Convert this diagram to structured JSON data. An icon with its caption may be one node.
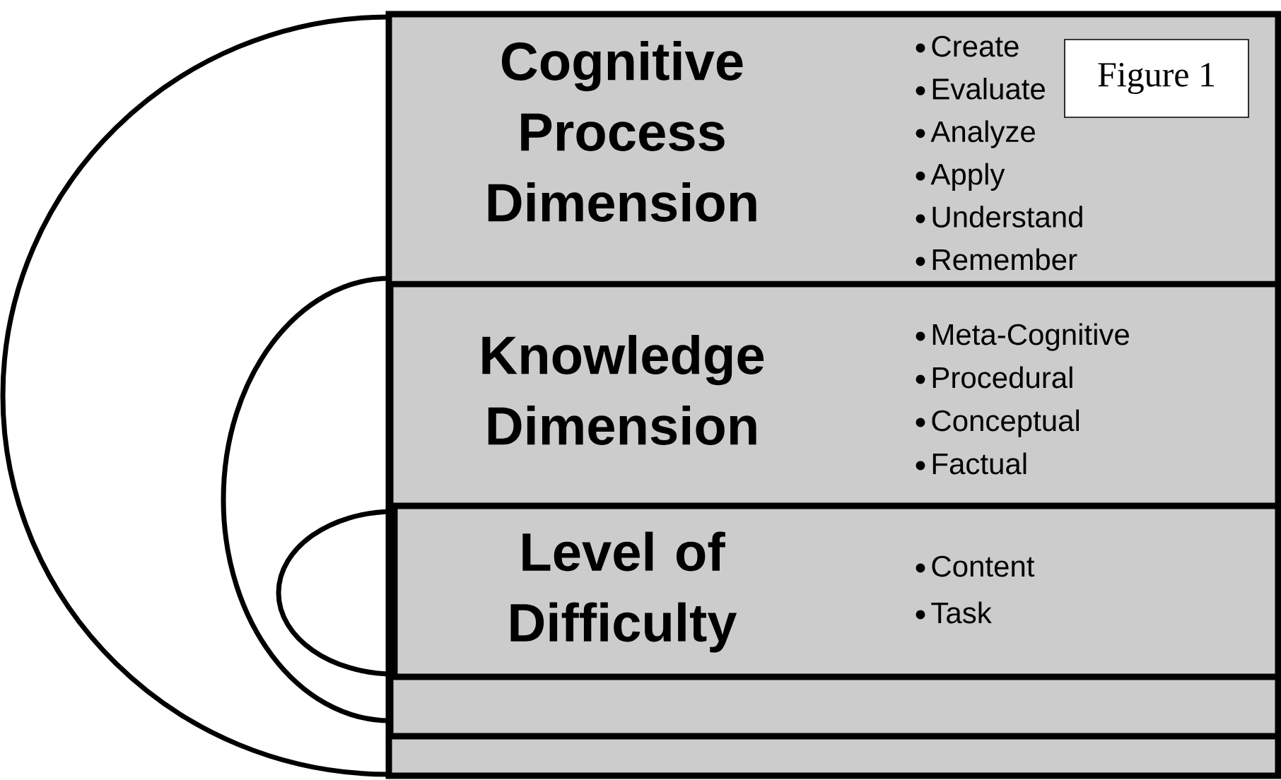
{
  "diagram": {
    "nodes": [
      {
        "text": [
          "Cognitive Process Dimension",
          "Create",
          "Evaluate",
          "Analyze",
          "Apply",
          "Understand",
          "Remember"
        ]
      },
      {
        "text": [
          "Figure 1"
        ],
        "in": 0
      },
      {
        "text": [
          "Knowledge Dimension",
          "Meta-Cognitive",
          "Procedural",
          "Conceptual",
          "Factual"
        ],
        "in": 0
      },
      {
        "text": [
          "Level of Difficulty",
          "Content",
          "Task"
        ],
        "in": 2
      }
    ]
  }
}
